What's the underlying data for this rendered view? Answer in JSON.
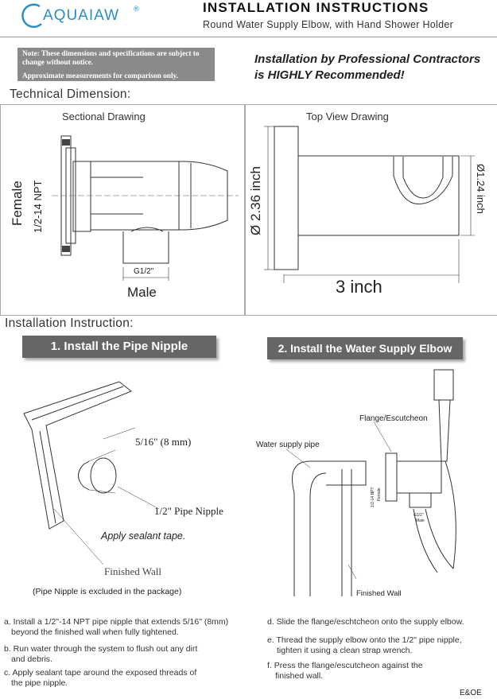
{
  "brand": {
    "name": "AQUAIAW",
    "reg": "®"
  },
  "header": {
    "title": "INSTALLATION INSTRUCTIONS",
    "subtitle": "Round Water Supply Elbow, with Hand Shower Holder"
  },
  "note": {
    "line1": "Note: These dimensions and specifications are subject to change without notice.",
    "line2": "Approximate measurements for comparison only."
  },
  "recommend": {
    "line1": "Installation by Professional Contractors",
    "line2": "is HIGHLY Recommended!"
  },
  "technical": {
    "heading": "Technical Dimension:",
    "sectional": {
      "title": "Sectional Drawing",
      "female": "Female",
      "thread": "1/2-14 NPT",
      "g": "G1/2\"",
      "male": "Male"
    },
    "topview": {
      "title": "Top View Drawing",
      "diameter": "Ø 2.36 inch",
      "small_diameter": "Ø1.24 inch",
      "length": "3 inch"
    }
  },
  "installation": {
    "heading": "Installation Instruction:",
    "step1": {
      "button": "1. Install the Pipe Nipple",
      "dim": "5/16\" (8 mm)",
      "nipple": "1/2\" Pipe Nipple",
      "sealant": "Apply sealant tape.",
      "wall": "Finished Wall",
      "excluded": "(Pipe Nipple is excluded in the package)"
    },
    "step2": {
      "button": "2. Install the Water Supply Elbow",
      "flange": "Flange/Escutcheon",
      "supply": "Water supply pipe",
      "wall": "Finished Wall",
      "npt": "1/2-14 NPT",
      "female": "Female",
      "g": "G1/2\"",
      "male": "Male"
    },
    "left_steps": [
      "a. Install a 1/2\"-14 NPT pipe nipple that extends 5/16\" (8mm)",
      "beyond the finished wall when fully tightened.",
      "b. Run water through the system to flush out any dirt",
      "and debris.",
      "c. Apply sealant tape around the exposed threads of",
      "the pipe nipple."
    ],
    "right_steps": [
      "d. Slide the flange/eschtcheon onto the supply elbow.",
      "e. Thread the supply elbow onto the 1/2\" pipe nipple,",
      "tighten it using a clean strap wrench.",
      "f. Press the flange/escutcheon against the",
      "finished wall."
    ]
  },
  "footer": {
    "code": "E&OE"
  },
  "colors": {
    "brand": "#2a8fc6",
    "button": "#666666",
    "note_bg": "#8a8a8a"
  }
}
